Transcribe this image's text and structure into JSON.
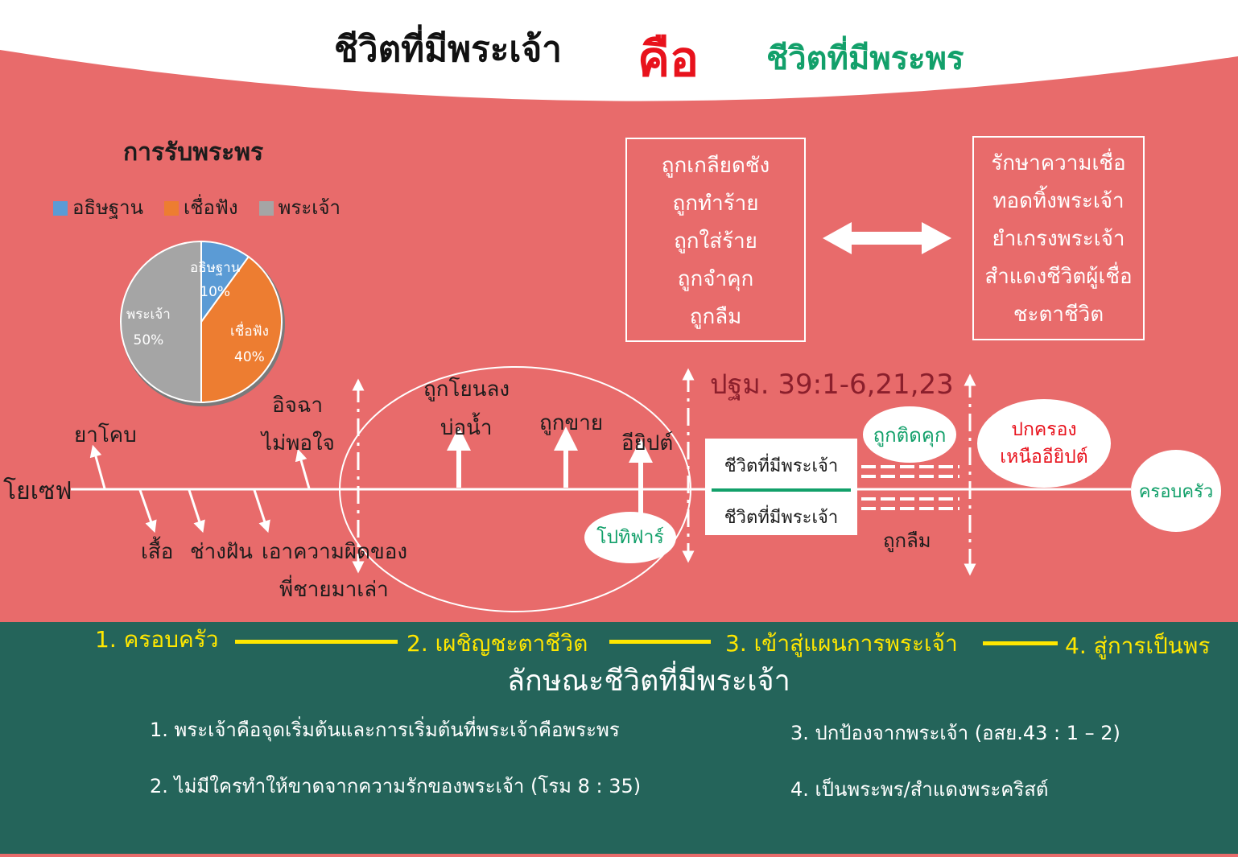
{
  "header": {
    "left_title": "ชีวิตที่มีพระเจ้า",
    "middle_word": "คือ",
    "right_title": "ชีวิตที่มีพระพร"
  },
  "chart_data": {
    "type": "pie",
    "title": "การรับพระพร",
    "slices": [
      {
        "label": "อธิษฐาน",
        "value": 10,
        "value_label": "10%",
        "color": "#5b9bd5"
      },
      {
        "label": "เชื่อฟัง",
        "value": 40,
        "value_label": "40%",
        "color": "#ed7d31"
      },
      {
        "label": "พระเจ้า",
        "value": 50,
        "value_label": "50%",
        "color": "#a5a5a5"
      }
    ],
    "legend": [
      {
        "label": "อธิษฐาน",
        "color": "#5b9bd5"
      },
      {
        "label": "เชื่อฟัง",
        "color": "#ed7d31"
      },
      {
        "label": "พระเจ้า",
        "color": "#a5a5a5"
      }
    ],
    "legend_position": "top"
  },
  "box_left": {
    "lines": [
      "ถูกเกลียดชัง",
      "ถูกทำร้าย",
      "ถูกใส่ร้าย",
      "ถูกจำคุก",
      "ถูกลืม"
    ]
  },
  "box_right": {
    "lines": [
      "รักษาความเชื่อ",
      "ทอดทิ้งพระเจ้า",
      "ยำเกรงพระเจ้า",
      "สำแดงชีวิตผู้เชื่อ",
      "ชะตาชีวิต"
    ]
  },
  "reference": "ปฐม. 39:1-6,21,23",
  "timeline": {
    "start_label": "โยเซฟ",
    "end_label": "ครอบครัว",
    "above": [
      "ยาโคบ",
      "อิจฉา",
      "ไม่พอใจ",
      "ถูกโยนลง",
      "บ่อน้ำ",
      "ถูกขาย",
      "อียิปต์"
    ],
    "below": [
      "เสื้อ",
      "ช่างฝัน",
      "เอาความผิดของ",
      "พี่ชายมาเล่า"
    ],
    "potiphar": "โปทิฟาร์",
    "center_box_top": "ชีวิตที่มีพระเจ้า",
    "center_box_bottom": "ชีวิตที่มีพระเจ้า",
    "prison": "ถูกติดคุก",
    "forgotten": "ถูกลืม",
    "rule_line1": "ปกครอง",
    "rule_line2": "เหนืออียิปต์"
  },
  "stages": [
    "1. ครอบครัว",
    "2. เผชิญชะตาชีวิต",
    "3. เข้าสู่แผนการพระเจ้า",
    "4. สู่การเป็นพร"
  ],
  "bottom": {
    "title": "ลักษณะชีวิตที่มีพระเจ้า",
    "points": [
      "1. พระเจ้าคือจุดเริ่มต้นและการเริ่มต้นที่พระเจ้าคือพระพร",
      "2. ไม่มีใครทำให้ขาดจากความรักของพระเจ้า (โรม 8 : 35)",
      "3. ปกป้องจากพระเจ้า (อสย.43 : 1 – 2)",
      "4. เป็นพระพร/สำแดงพระคริสต์"
    ]
  },
  "colors": {
    "salmon": "#e86b6b",
    "dark_green": "#24645a",
    "yellow": "#ffe700",
    "red": "#e8121c",
    "green_text": "#12a06a",
    "maroon": "#8b1f2c"
  }
}
